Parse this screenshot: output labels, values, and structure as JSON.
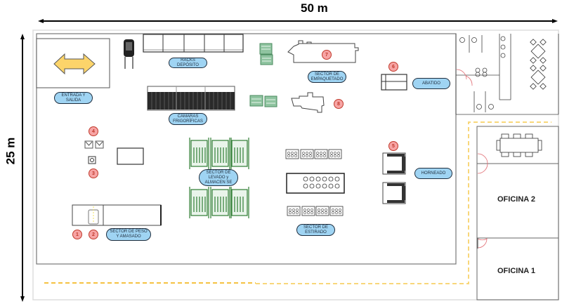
{
  "dimensions": {
    "width_label": "50 m",
    "height_label": "25 m"
  },
  "areas": {
    "entrada": "ENTRADA Y SALIDA",
    "racks": "RACKS DEPÓSITO",
    "camaras": "CÁMARAS FRIGORÍFICAS",
    "empaquetado": "SECTOR DE EMPAQUETADO",
    "abatido": "ABATIDO",
    "levado": "SECTOR DE LEVADO y ALMACEN SE",
    "horneado": "HORNEADO",
    "estirado": "SECTOR DE ESTIRADO",
    "peso": "SECTOR DE PESO Y AMASADO"
  },
  "markers": [
    "1",
    "2",
    "3",
    "4",
    "5",
    "6",
    "7",
    "8"
  ],
  "offices": {
    "oficina1": "OFICINA 1",
    "oficina2": "OFICINA 2"
  },
  "colors": {
    "pill": "#9fd4f3",
    "marker": "#f7a4a4",
    "route": "#f5c242",
    "rack_green": "#2e7d32",
    "arrow": "#fcd46a"
  }
}
